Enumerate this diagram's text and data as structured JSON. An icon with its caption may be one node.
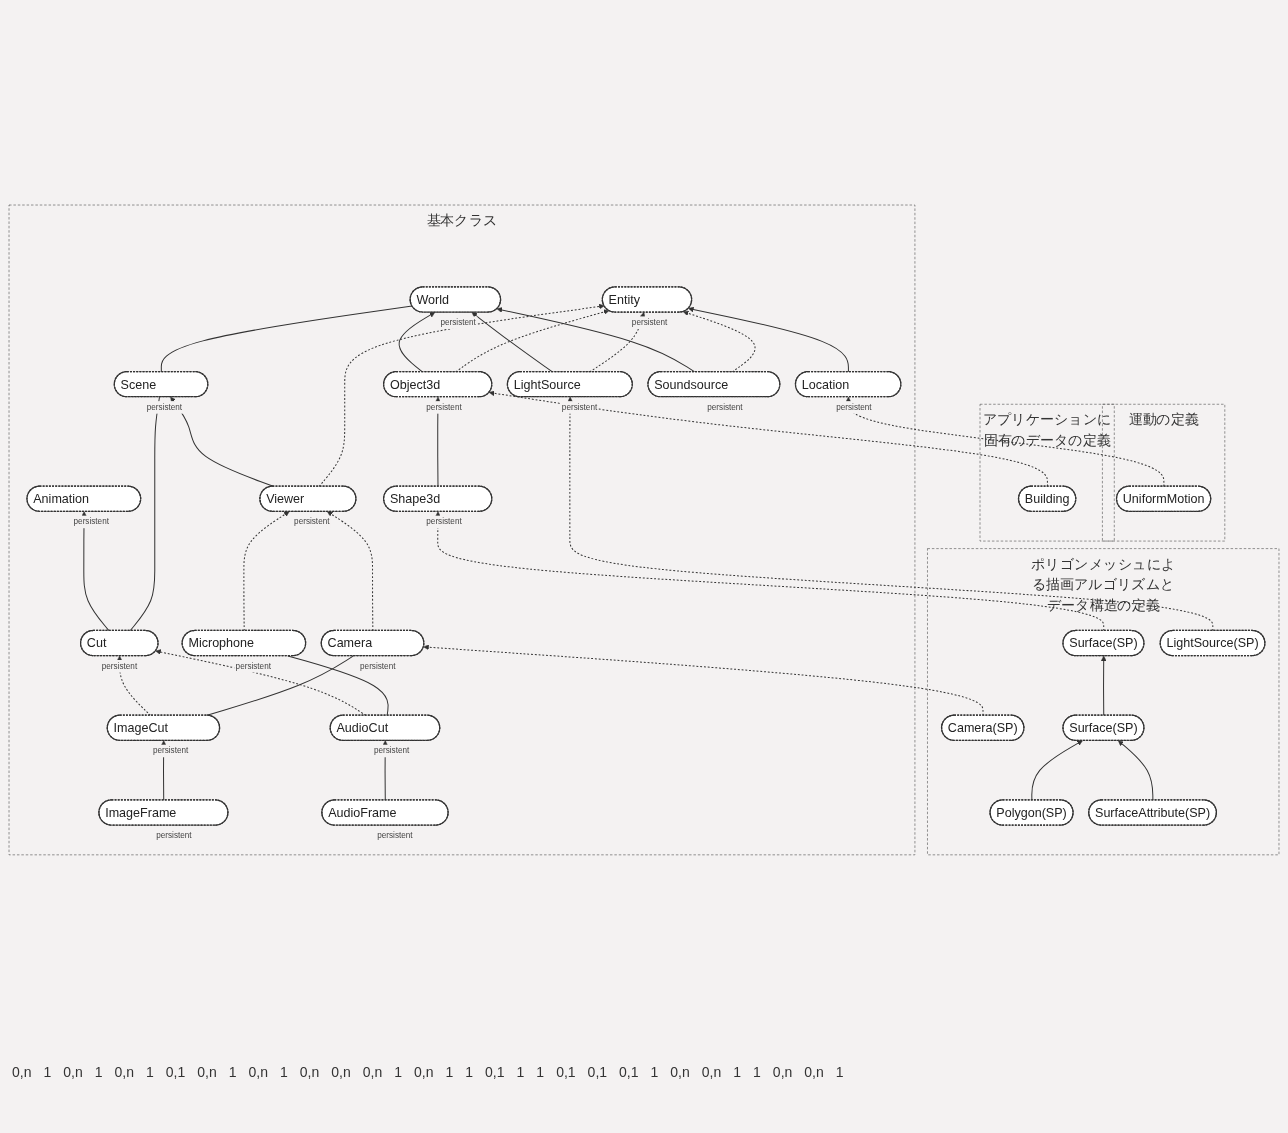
{
  "diagram": {
    "nodes": [
      {
        "text": [
          "基本クラス"
        ]
      },
      {
        "text": [
          "Animation"
        ],
        "in": 0,
        "beside": [
          "persistent"
        ]
      },
      {
        "text": [
          "Cut"
        ],
        "in": 0,
        "beside": [
          "persistent"
        ]
      },
      {
        "text": [
          "Scene"
        ],
        "in": 0,
        "beside": [
          "persistent"
        ]
      },
      {
        "text": [
          "ImageCut"
        ],
        "in": 0,
        "beside": [
          "persistent"
        ]
      },
      {
        "text": [
          "AudioCut"
        ],
        "in": 0,
        "beside": [
          "persistent"
        ]
      },
      {
        "text": [
          "World"
        ],
        "in": 0,
        "beside": [
          "persistent"
        ]
      },
      {
        "text": [
          "Entity"
        ],
        "in": 0,
        "beside": [
          "persistent"
        ]
      },
      {
        "text": [
          "Location"
        ],
        "in": 0,
        "beside": [
          "persistent"
        ]
      },
      {
        "text": [
          "ImageFrame"
        ],
        "in": 0,
        "beside": [
          "persistent"
        ]
      },
      {
        "text": [
          "AudioFrame"
        ],
        "in": 0,
        "beside": [
          "persistent"
        ]
      },
      {
        "text": [
          "Viewer"
        ],
        "in": 0,
        "beside": [
          "persistent"
        ]
      },
      {
        "text": [
          "Camera"
        ],
        "in": 0,
        "beside": [
          "persistent"
        ]
      },
      {
        "text": [
          "Microphone"
        ],
        "in": 0,
        "beside": [
          "persistent"
        ]
      },
      {
        "text": [
          "Object3d"
        ],
        "in": 0,
        "beside": [
          "persistent"
        ]
      },
      {
        "text": [
          "LightSource"
        ],
        "in": 0,
        "beside": [
          "persistent"
        ]
      },
      {
        "text": [
          "Soundsource"
        ],
        "in": 0,
        "beside": [
          "persistent"
        ]
      },
      {
        "text": [
          "Shape3d"
        ],
        "in": 0,
        "beside": [
          "persistent"
        ]
      },
      {
        "text": [
          "ポリゴンメッシュによる描画アルゴリズムとデータ構造の定義"
        ]
      },
      {
        "text": [
          "Camera(SP)"
        ],
        "in": 18
      },
      {
        "text": [
          "Surface(SP)"
        ],
        "in": 18
      },
      {
        "text": [
          "LightSource(SP)"
        ],
        "in": 18
      },
      {
        "text": [
          "Surface(SP)"
        ],
        "in": 18
      },
      {
        "text": [
          "Polygon(SP)"
        ],
        "in": 18
      },
      {
        "text": [
          "SurfaceAttribute(SP)"
        ],
        "in": 18
      },
      {
        "text": [
          "アプリケーションに固有のデータの定義"
        ]
      },
      {
        "text": [
          "Building"
        ],
        "in": 25
      },
      {
        "text": [
          "運動の定義"
        ]
      },
      {
        "text": [
          "UniformMotion"
        ],
        "in": 27
      }
    ],
    "edges": [
      {
        "from": 2,
        "to": 1,
        "arrow": "to"
      },
      {
        "from": 2,
        "to": 3,
        "arrow": "none"
      },
      {
        "from": 4,
        "to": 2,
        "arrow": "to",
        "style": "dashed"
      },
      {
        "from": 5,
        "to": 2,
        "arrow": "to",
        "style": "dashed"
      },
      {
        "from": 3,
        "to": 6,
        "arrow": "none"
      },
      {
        "from": 11,
        "to": 3,
        "arrow": "to"
      },
      {
        "from": 9,
        "to": 4,
        "arrow": "to"
      },
      {
        "from": 10,
        "to": 5,
        "arrow": "to"
      },
      {
        "from": 4,
        "to": 12,
        "arrow": "none"
      },
      {
        "from": 5,
        "to": 13,
        "arrow": "none"
      },
      {
        "from": 11,
        "to": 7,
        "arrow": "to",
        "style": "dashed"
      },
      {
        "from": 8,
        "to": 7,
        "arrow": "to"
      },
      {
        "from": 12,
        "to": 11,
        "arrow": "to",
        "style": "dashed"
      },
      {
        "from": 13,
        "to": 11,
        "arrow": "to",
        "style": "dashed"
      },
      {
        "from": 14,
        "to": 6,
        "arrow": "to"
      },
      {
        "from": 15,
        "to": 6,
        "arrow": "to"
      },
      {
        "from": 16,
        "to": 6,
        "arrow": "to"
      },
      {
        "from": 14,
        "to": 7,
        "arrow": "to",
        "style": "dashed"
      },
      {
        "from": 15,
        "to": 7,
        "arrow": "to",
        "style": "dashed"
      },
      {
        "from": 16,
        "to": 7,
        "arrow": "to",
        "style": "dashed"
      },
      {
        "from": 17,
        "to": 14,
        "arrow": "to"
      },
      {
        "from": 19,
        "to": 12,
        "arrow": "to",
        "style": "dashed"
      },
      {
        "from": 26,
        "to": 14,
        "arrow": "to",
        "style": "dashed"
      },
      {
        "from": 20,
        "to": 17,
        "arrow": "to",
        "style": "dashed"
      },
      {
        "from": 21,
        "to": 15,
        "arrow": "to",
        "style": "dashed"
      },
      {
        "from": 22,
        "to": 20,
        "arrow": "to"
      },
      {
        "from": 23,
        "to": 22,
        "arrow": "to"
      },
      {
        "from": 24,
        "to": 22,
        "arrow": "to"
      },
      {
        "from": 28,
        "to": 8,
        "arrow": "to",
        "style": "dashed"
      }
    ],
    "labels": [
      "0,n",
      "1",
      "0,n",
      "1",
      "0,n",
      "1",
      "0,1",
      "0,n",
      "1",
      "0,n",
      "1",
      "0,n",
      "0,n",
      "0,n",
      "1",
      "0,n",
      "1",
      "1",
      "0,1",
      "1",
      "1",
      "0,1",
      "0,1",
      "0,1",
      "1",
      "0,n",
      "0,n",
      "1",
      "1",
      "0,n",
      "0,n",
      "1"
    ]
  }
}
